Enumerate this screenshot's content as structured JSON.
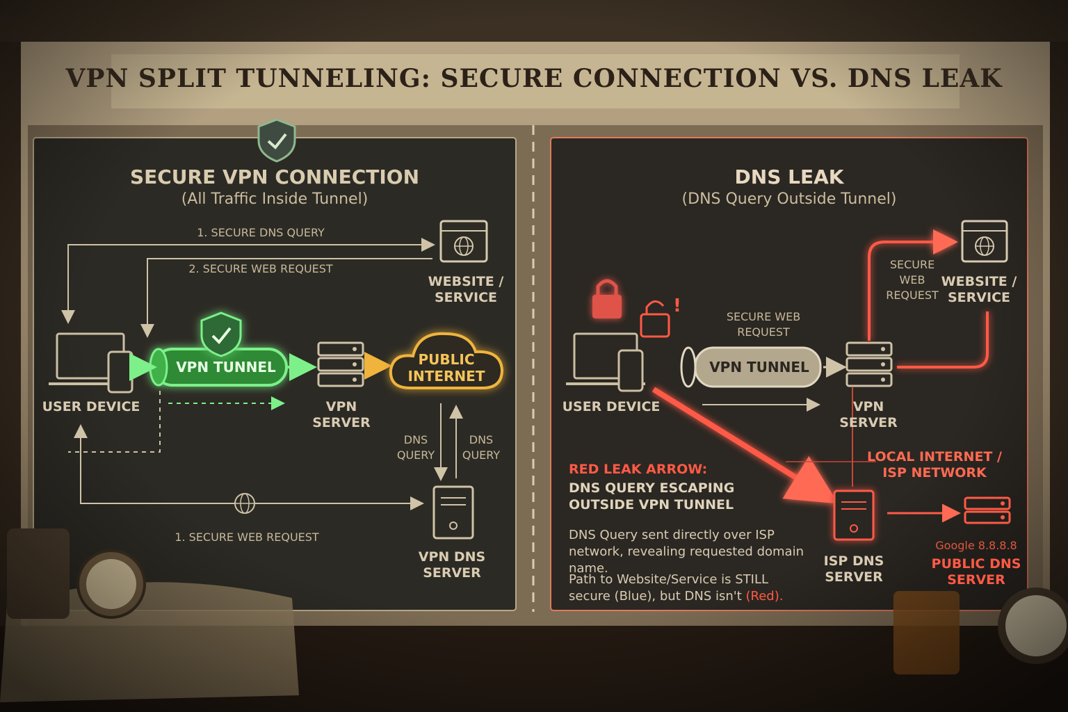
{
  "title": "VPN SPLIT TUNNELING: SECURE CONNECTION VS. DNS LEAK",
  "left_panel": {
    "heading": "SECURE VPN CONNECTION",
    "subheading": "(All Traffic Inside Tunnel)",
    "arrow_dns_query": "1. SECURE DNS QUERY",
    "arrow_web_request": "2. SECURE WEB REQUEST",
    "website": "WEBSITE / SERVICE",
    "user_device": "USER DEVICE",
    "tunnel": "VPN TUNNEL",
    "vpn_server": "VPN SERVER",
    "public_internet": "PUBLIC INTERNET",
    "dns_query_down": "DNS QUERY",
    "dns_query_up": "DNS QUERY",
    "bottom_request": "1. SECURE WEB REQUEST",
    "vpn_dns_server": "VPN DNS SERVER"
  },
  "right_panel": {
    "heading": "DNS LEAK",
    "subheading": "(DNS Query Outside Tunnel)",
    "secure_web_request_top": "SECURE WEB REQUEST",
    "website": "WEBSITE / SERVICE",
    "secure_web_request_mid": "SECURE WEB REQUEST",
    "user_device": "USER DEVICE",
    "tunnel": "VPN TUNNEL",
    "vpn_server": "VPN SERVER",
    "local_isp": "LOCAL INTERNET / ISP NETWORK",
    "leak_label": "RED LEAK ARROW:",
    "leak_desc": "DNS QUERY ESCAPING OUTSIDE VPN TUNNEL",
    "note1": "DNS Query sent directly over ISP network, revealing requested domain name.",
    "note2_main": "Path to Website/Service is STILL secure (Blue), but DNS isn't",
    "note2_red": "(Red).",
    "isp_dns": "ISP DNS SERVER",
    "google_ip": "Google 8.8.8.8",
    "public_dns": "PUBLIC DNS SERVER"
  },
  "colors": {
    "green": "#5fe06a",
    "amber": "#f0b43c",
    "red": "#ff5a46",
    "chalk": "#d8ccb2",
    "board": "#2b2822"
  }
}
